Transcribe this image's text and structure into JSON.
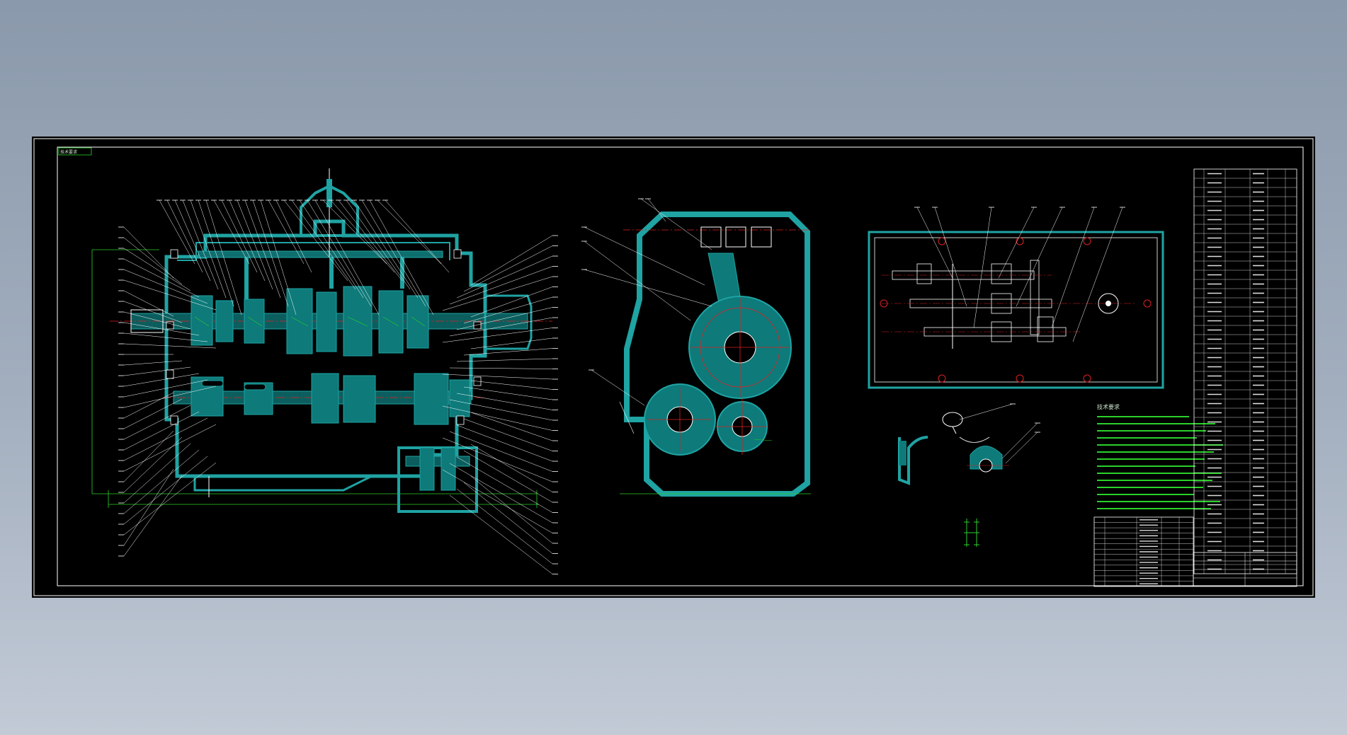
{
  "drawing": {
    "stamp": "技术要求",
    "notes_title": "技术要求"
  },
  "colors": {
    "background": "#000000",
    "frame": "#ffffff",
    "section_hatch": "#1fa3a3",
    "leader": "#ffffff",
    "dimension": "#2bd12b",
    "centerline": "#e02020",
    "text": "#ffffff"
  },
  "views": [
    {
      "id": "gearbox-main-section"
    },
    {
      "id": "side-section-view"
    },
    {
      "id": "shift-cover-view"
    },
    {
      "id": "detail-views"
    }
  ],
  "notes": {
    "line_count": 14
  },
  "bom": {
    "row_count": 44
  },
  "title_block": {
    "row_count": 13
  }
}
